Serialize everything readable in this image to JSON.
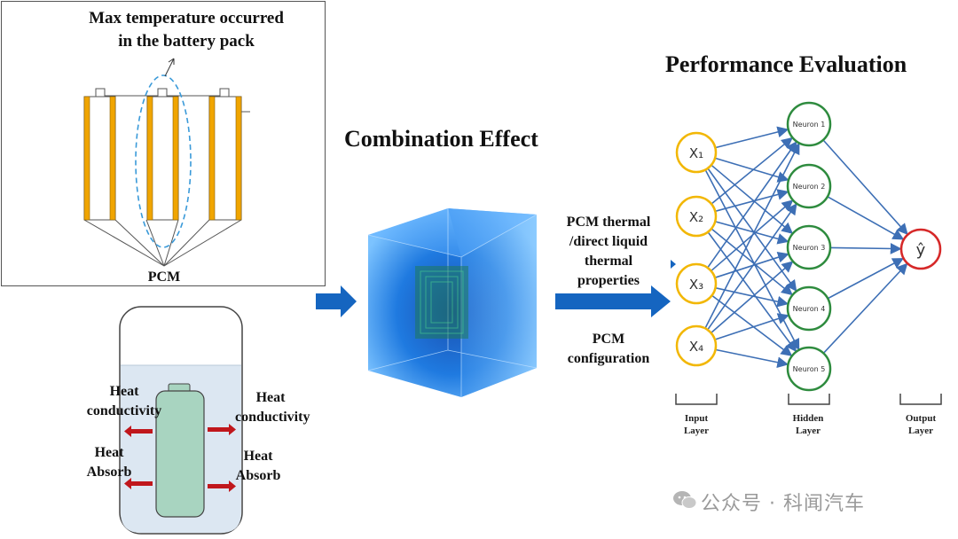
{
  "battery_pack": {
    "annotation_line1": "Max temperature occurred",
    "annotation_line2": "in the battery pack",
    "pcm_label": "PCM"
  },
  "cell_panel": {
    "left_heat_conductivity": [
      "Heat",
      "conductivity"
    ],
    "right_heat_conductivity": [
      "Heat",
      "conductivity"
    ],
    "left_heat_absorb": [
      "Heat",
      "Absorb"
    ],
    "right_heat_absorb": [
      "Heat",
      "Absorb"
    ]
  },
  "combination": {
    "title": "Combination Effect",
    "props_line1": "PCM thermal",
    "props_line2": "/direct liquid",
    "props_line3": "thermal",
    "props_line4": "properties",
    "config_line1": "PCM",
    "config_line2": "configuration"
  },
  "performance": {
    "title": "Performance Evaluation",
    "inputs": [
      "X₁",
      "X₂",
      "X₃",
      "X₄"
    ],
    "neurons": [
      "Neuron 1",
      "Neuron 2",
      "Neuron 3",
      "Neuron 4",
      "Neuron 5"
    ],
    "output": "ŷ",
    "input_layer": [
      "Input",
      "Layer"
    ],
    "hidden_layer": [
      "Hidden",
      "Layer"
    ],
    "output_layer": [
      "Output",
      "Layer"
    ]
  },
  "watermark": {
    "text": "公众号 · 科闻汽车"
  },
  "colors": {
    "arrow_blue": "#1565c0",
    "cell_orange": "#f0a500",
    "input_ring": "#f2b705",
    "hidden_ring": "#2e8b3e",
    "output_ring": "#d62828",
    "edge_blue": "#3d6fb5",
    "red_arrow": "#c0171c"
  }
}
